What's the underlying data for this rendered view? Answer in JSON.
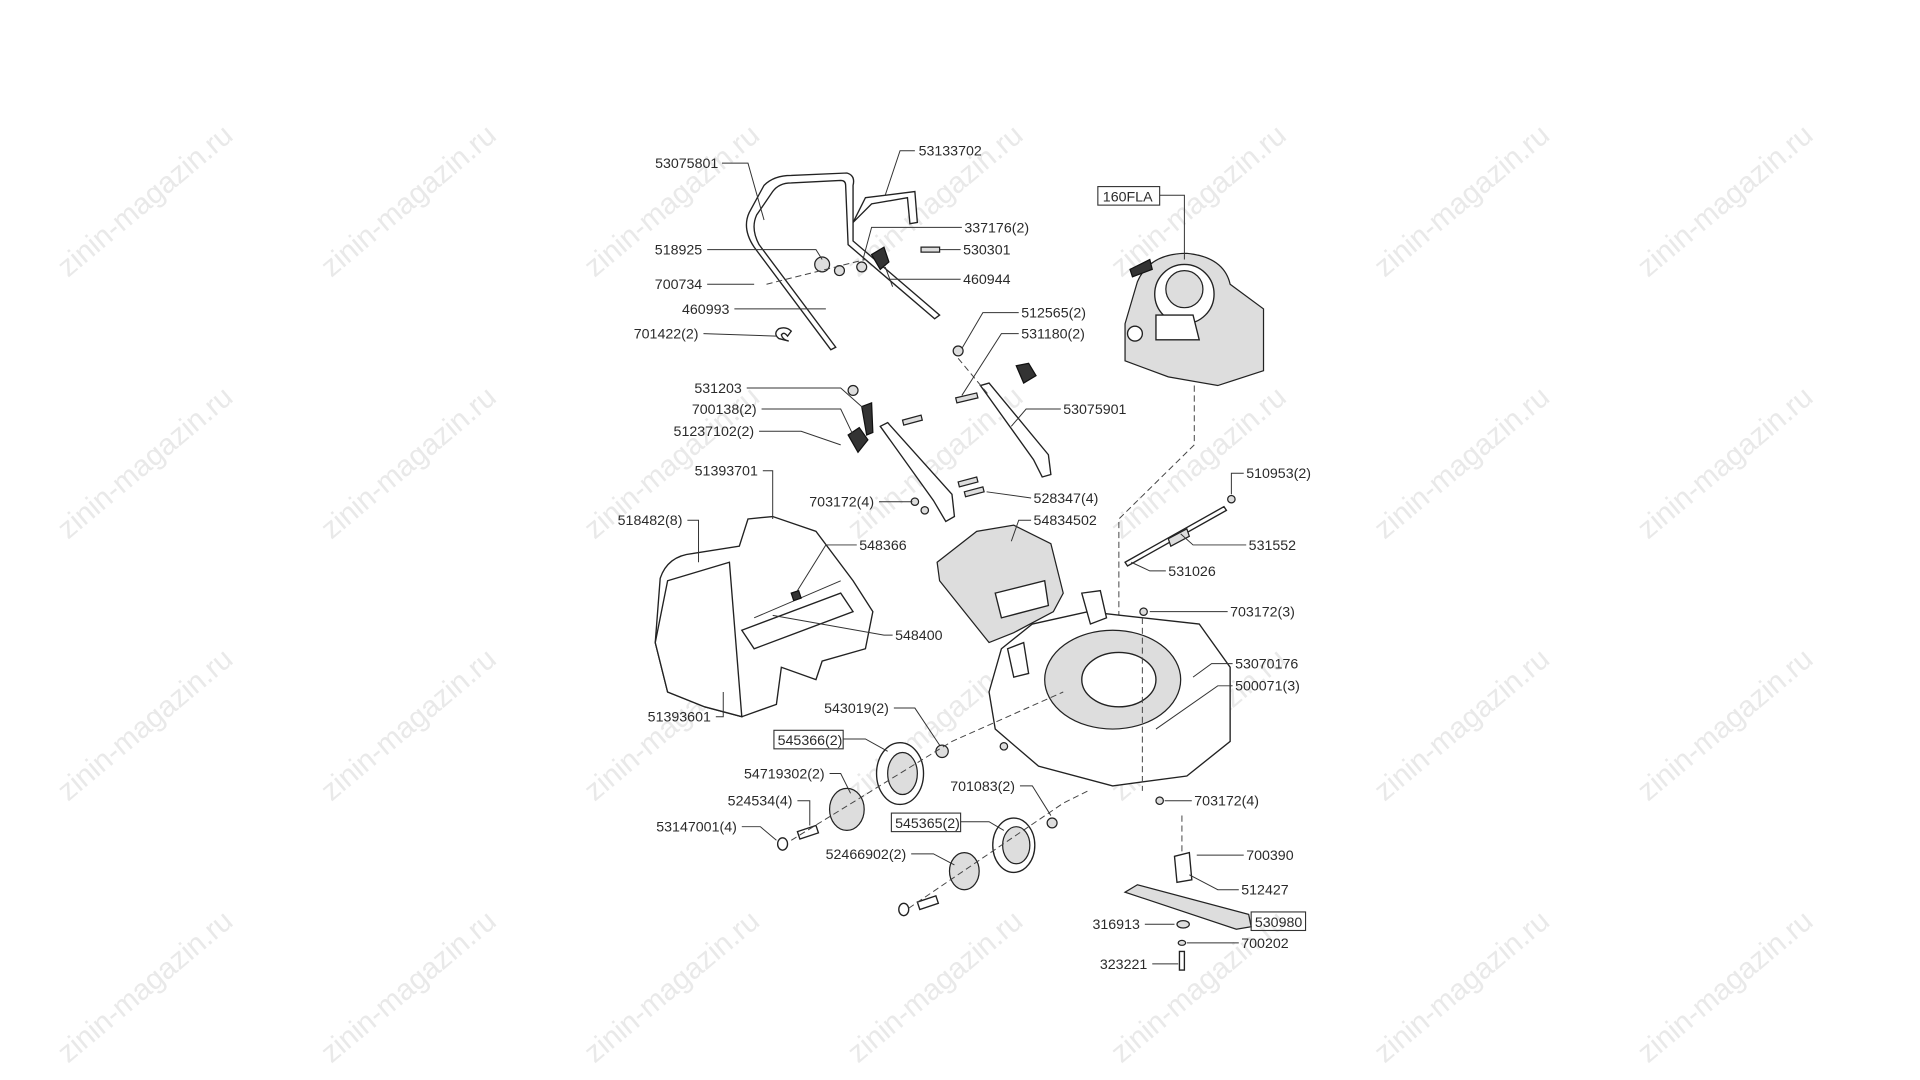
{
  "watermark": "zinin-magazin.ru",
  "labels": [
    "53075801",
    "53133702",
    "160FLA",
    "337176(2)",
    "518925",
    "530301",
    "700734",
    "460944",
    "460993",
    "701422(2)",
    "512565(2)",
    "531180(2)",
    "531203",
    "700138(2)",
    "51237102(2)",
    "53075901",
    "51393701",
    "510953(2)",
    "703172(4)",
    "528347(4)",
    "518482(8)",
    "54834502",
    "548366",
    "531552",
    "531026",
    "703172(3)",
    "548400",
    "53070176",
    "500071(3)",
    "51393601",
    "543019(2)",
    "545366(2)",
    "54719302(2)",
    "701083(2)",
    "524534(4)",
    "703172(4)",
    "545365(2)",
    "53147001(4)",
    "700390",
    "52466902(2)",
    "512427",
    "316913",
    "530980",
    "700202",
    "323221"
  ]
}
